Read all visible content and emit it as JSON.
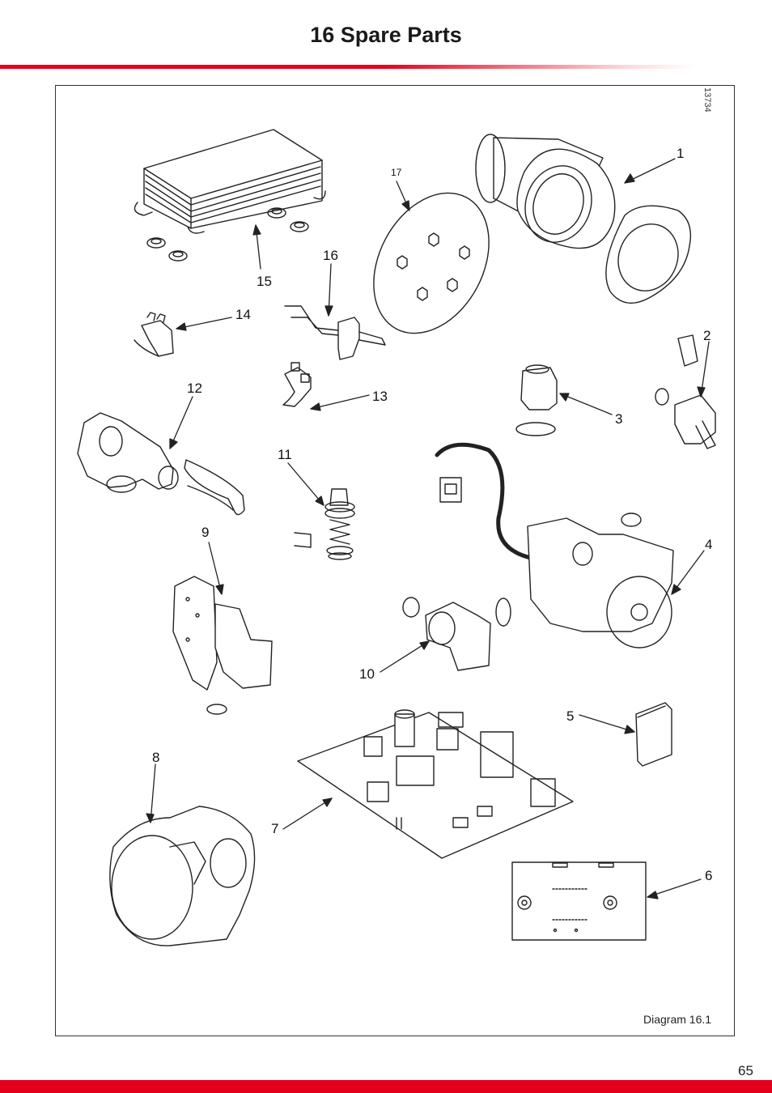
{
  "header": {
    "title": "16 Spare Parts"
  },
  "diagram": {
    "reference_code": "13734",
    "caption": "Diagram 16.1",
    "callouts": [
      "1",
      "2",
      "3",
      "4",
      "5",
      "6",
      "7",
      "8",
      "9",
      "10",
      "11",
      "12",
      "13",
      "14",
      "15",
      "16",
      "17"
    ]
  },
  "footer": {
    "page_number": "65"
  },
  "colors": {
    "accent": "#e3001b",
    "line": "#222222"
  }
}
